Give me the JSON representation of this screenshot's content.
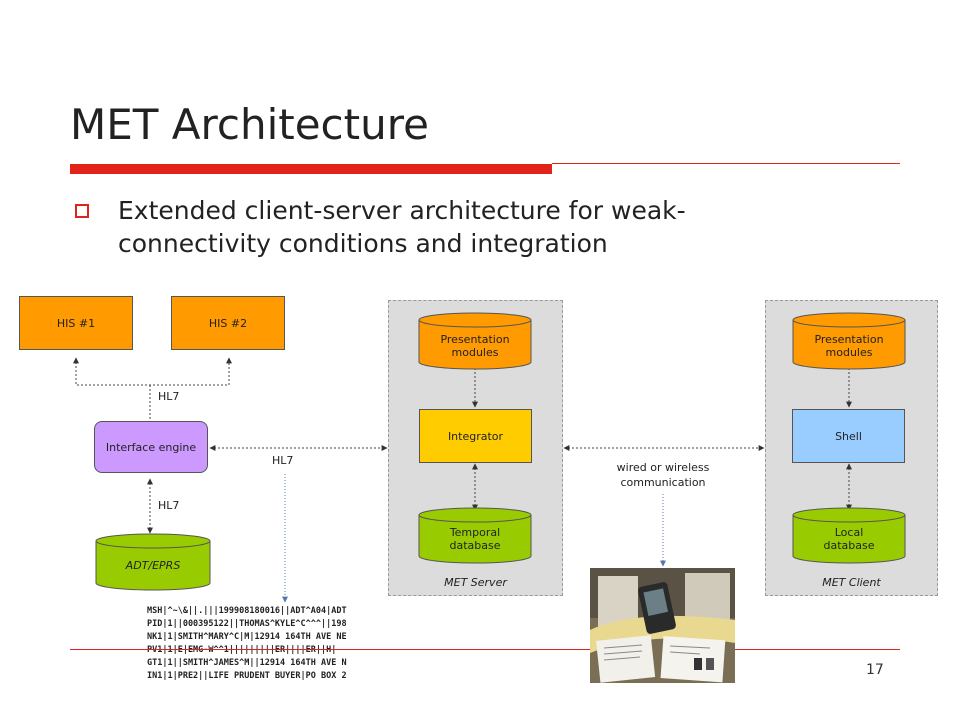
{
  "slide": {
    "title": "MET Architecture",
    "bullet": "Extended client-server architecture for weak-connectivity conditions and integration",
    "page_number": "17"
  },
  "diagram": {
    "his1": "HIS #1",
    "his2": "HIS #2",
    "hl7_top": "HL7",
    "interface_engine": "Interface engine",
    "hl7_bottom": "HL7",
    "adt": "ADT/EPRS",
    "hl7_middle": "HL7",
    "server": {
      "presentation": "Presentation modules",
      "integrator": "Integrator",
      "temporal_db": "Temporal database",
      "label": "MET Server"
    },
    "client": {
      "presentation": "Presentation modules",
      "shell": "Shell",
      "local_db": "Local database",
      "label": "MET Client"
    },
    "wired_label": "wired or wireless communication",
    "colors": {
      "orange": "#ff9a00",
      "yellow": "#ffcc00",
      "green": "#99cc00",
      "purple": "#cc99ff",
      "blue": "#99ccff",
      "red": "#e2231a"
    }
  },
  "hl7_message": [
    "MSH|^~\\&||.|||199908180016||ADT^A04|ADT",
    "PID|1||000395122||THOMAS^KYLE^C^^^||198",
    "NK1|1|SMITH^MARY^C|M|12914 164TH AVE NE",
    "PV1|1|E|EMG-W^^1|||||||||ER||||ER||H|",
    "GT1|1||SMITH^JAMES^M||12914 164TH AVE N",
    "IN1|1|PRE2||LIFE PRUDENT BUYER|PO BOX 2"
  ]
}
